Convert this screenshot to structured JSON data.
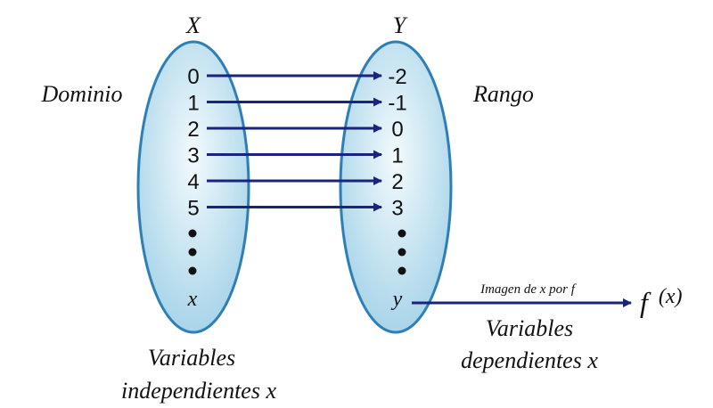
{
  "domain_x": {
    "title": "X",
    "side_label": "Dominio",
    "values": [
      "0",
      "1",
      "2",
      "3",
      "4",
      "5"
    ],
    "generic": "x",
    "caption_line1": "Variables",
    "caption_line2": "independientes x"
  },
  "range_y": {
    "title": "Y",
    "side_label": "Rango",
    "values": [
      "-2",
      "-1",
      "0",
      "1",
      "2",
      "3"
    ],
    "generic": "y",
    "caption_line1": "Variables",
    "caption_line2": "dependientes x"
  },
  "mapping": {
    "arrow_label": "Imagen de x por f",
    "function_base": "f",
    "function_arg": "(x)"
  },
  "colors": {
    "ellipse_stroke": "#2f7fb7",
    "ellipse_fill_center": "#f3fafd",
    "ellipse_fill_edge": "#a9d5e9",
    "arrow": "#1a237e",
    "text": "#111111"
  },
  "icons": {
    "dots": "vertical-ellipsis-icon",
    "arrows": "arrow-right-icon"
  }
}
